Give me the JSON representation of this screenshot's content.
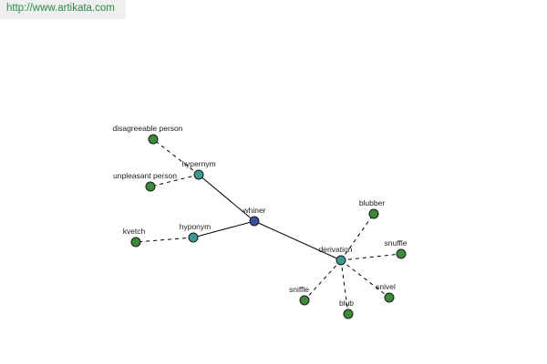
{
  "source_url": "http://www.artikata.com",
  "colors": {
    "center_node": "#3a4fa0",
    "relation_node": "#3f9a92",
    "term_node": "#3f8a3a",
    "node_stroke": "#1a1a1a",
    "url_text": "#2a8a4a"
  },
  "graph": {
    "center": {
      "id": "whiner",
      "label": "whiner"
    },
    "relations": [
      {
        "id": "hypernym",
        "label": "hypernym"
      },
      {
        "id": "hyponym",
        "label": "hyponym"
      },
      {
        "id": "derivation",
        "label": "derivation"
      }
    ],
    "terms": [
      {
        "id": "disagreeable_person",
        "label": "disagreeable person",
        "relation": "hypernym"
      },
      {
        "id": "unpleasant_person",
        "label": "unpleasant person",
        "relation": "hypernym"
      },
      {
        "id": "kvetch",
        "label": "kvetch",
        "relation": "hyponym"
      },
      {
        "id": "blubber",
        "label": "blubber",
        "relation": "derivation"
      },
      {
        "id": "snuffle",
        "label": "snuffle",
        "relation": "derivation"
      },
      {
        "id": "snivel",
        "label": "snivel",
        "relation": "derivation"
      },
      {
        "id": "blub",
        "label": "blub",
        "relation": "derivation"
      },
      {
        "id": "sniffle",
        "label": "sniffle",
        "relation": "derivation"
      }
    ]
  }
}
